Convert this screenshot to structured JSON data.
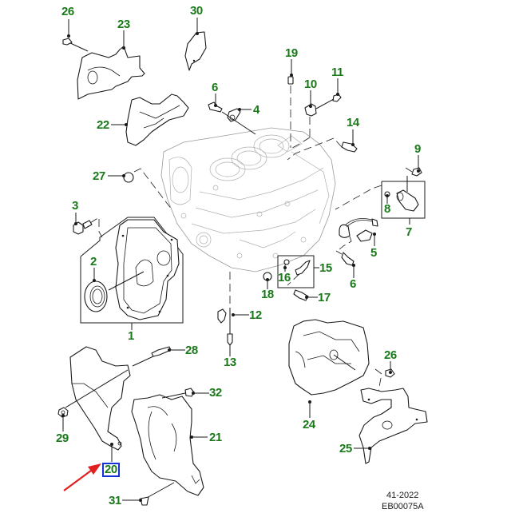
{
  "diagram": {
    "callouts": [
      {
        "id": "26a",
        "label": "26"
      },
      {
        "id": "23",
        "label": "23"
      },
      {
        "id": "30",
        "label": "30"
      },
      {
        "id": "19",
        "label": "19"
      },
      {
        "id": "6a",
        "label": "6"
      },
      {
        "id": "4",
        "label": "4"
      },
      {
        "id": "10",
        "label": "10"
      },
      {
        "id": "11",
        "label": "11"
      },
      {
        "id": "22",
        "label": "22"
      },
      {
        "id": "14",
        "label": "14"
      },
      {
        "id": "9",
        "label": "9"
      },
      {
        "id": "27",
        "label": "27"
      },
      {
        "id": "3",
        "label": "3"
      },
      {
        "id": "8",
        "label": "8"
      },
      {
        "id": "7",
        "label": "7"
      },
      {
        "id": "2",
        "label": "2"
      },
      {
        "id": "5",
        "label": "5"
      },
      {
        "id": "15",
        "label": "15"
      },
      {
        "id": "16",
        "label": "16"
      },
      {
        "id": "6b",
        "label": "6"
      },
      {
        "id": "18",
        "label": "18"
      },
      {
        "id": "17",
        "label": "17"
      },
      {
        "id": "1",
        "label": "1"
      },
      {
        "id": "12",
        "label": "12"
      },
      {
        "id": "28",
        "label": "28"
      },
      {
        "id": "13",
        "label": "13"
      },
      {
        "id": "26b",
        "label": "26"
      },
      {
        "id": "32",
        "label": "32"
      },
      {
        "id": "24",
        "label": "24"
      },
      {
        "id": "29",
        "label": "29"
      },
      {
        "id": "21",
        "label": "21"
      },
      {
        "id": "20",
        "label": "20",
        "selected": true
      },
      {
        "id": "25",
        "label": "25"
      },
      {
        "id": "31",
        "label": "31"
      }
    ],
    "callout_color": "#1a7a1a",
    "selection_color": "#1432d8",
    "pointer_color": "#e02020",
    "footer": {
      "date_code": "41-2022",
      "illustration_id": "EB00075A"
    }
  }
}
